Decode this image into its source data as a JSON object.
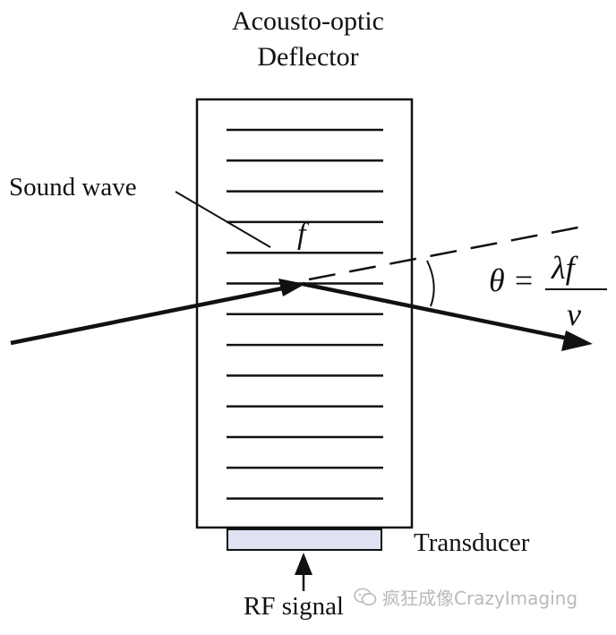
{
  "title": {
    "line1": "Acousto-optic",
    "line2": "Deflector"
  },
  "labels": {
    "sound_wave": "Sound wave",
    "frequency_symbol": "f",
    "transducer": "Transducer",
    "rf_signal": "RF signal"
  },
  "equation": {
    "lhs": "θ =",
    "numerator": "λf",
    "denominator": "v"
  },
  "watermark": {
    "text": "疯狂成像CrazyImaging",
    "icon": "wechat-icon"
  },
  "colors": {
    "ink": "#111111",
    "transducer_fill": "#dfe3f1",
    "watermark": "#b9b9b9"
  },
  "diagram": {
    "acoustic_wavefront_count": 13
  }
}
